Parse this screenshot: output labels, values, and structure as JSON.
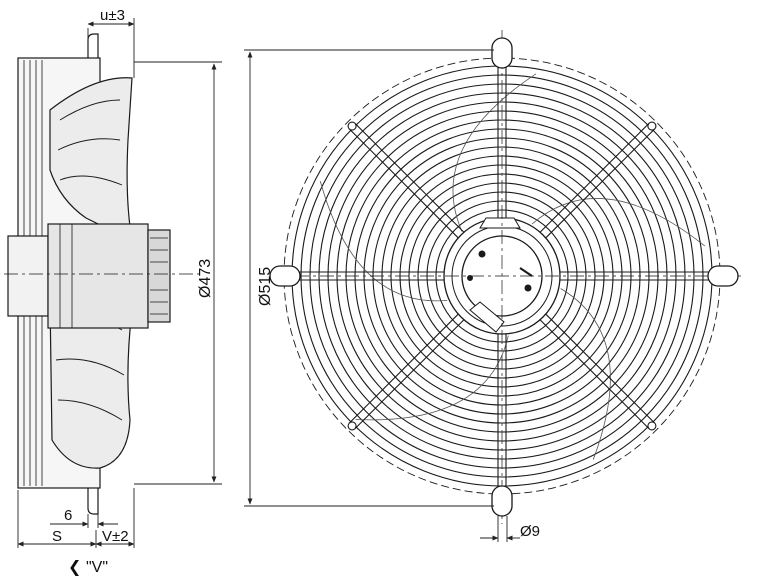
{
  "dimensions": {
    "u": "u±3",
    "diameter_inner": "Ø473",
    "diameter_outer": "Ø515",
    "hole": "Ø9",
    "six": "6",
    "s": "S",
    "v": "V±2",
    "view": "\"V\"",
    "view_arrow": "❮"
  },
  "colors": {
    "line": "#1a1a1a",
    "fill_light": "#f4f4f4",
    "fill_mid": "#d9d9d9",
    "dim_line": "#222222"
  }
}
